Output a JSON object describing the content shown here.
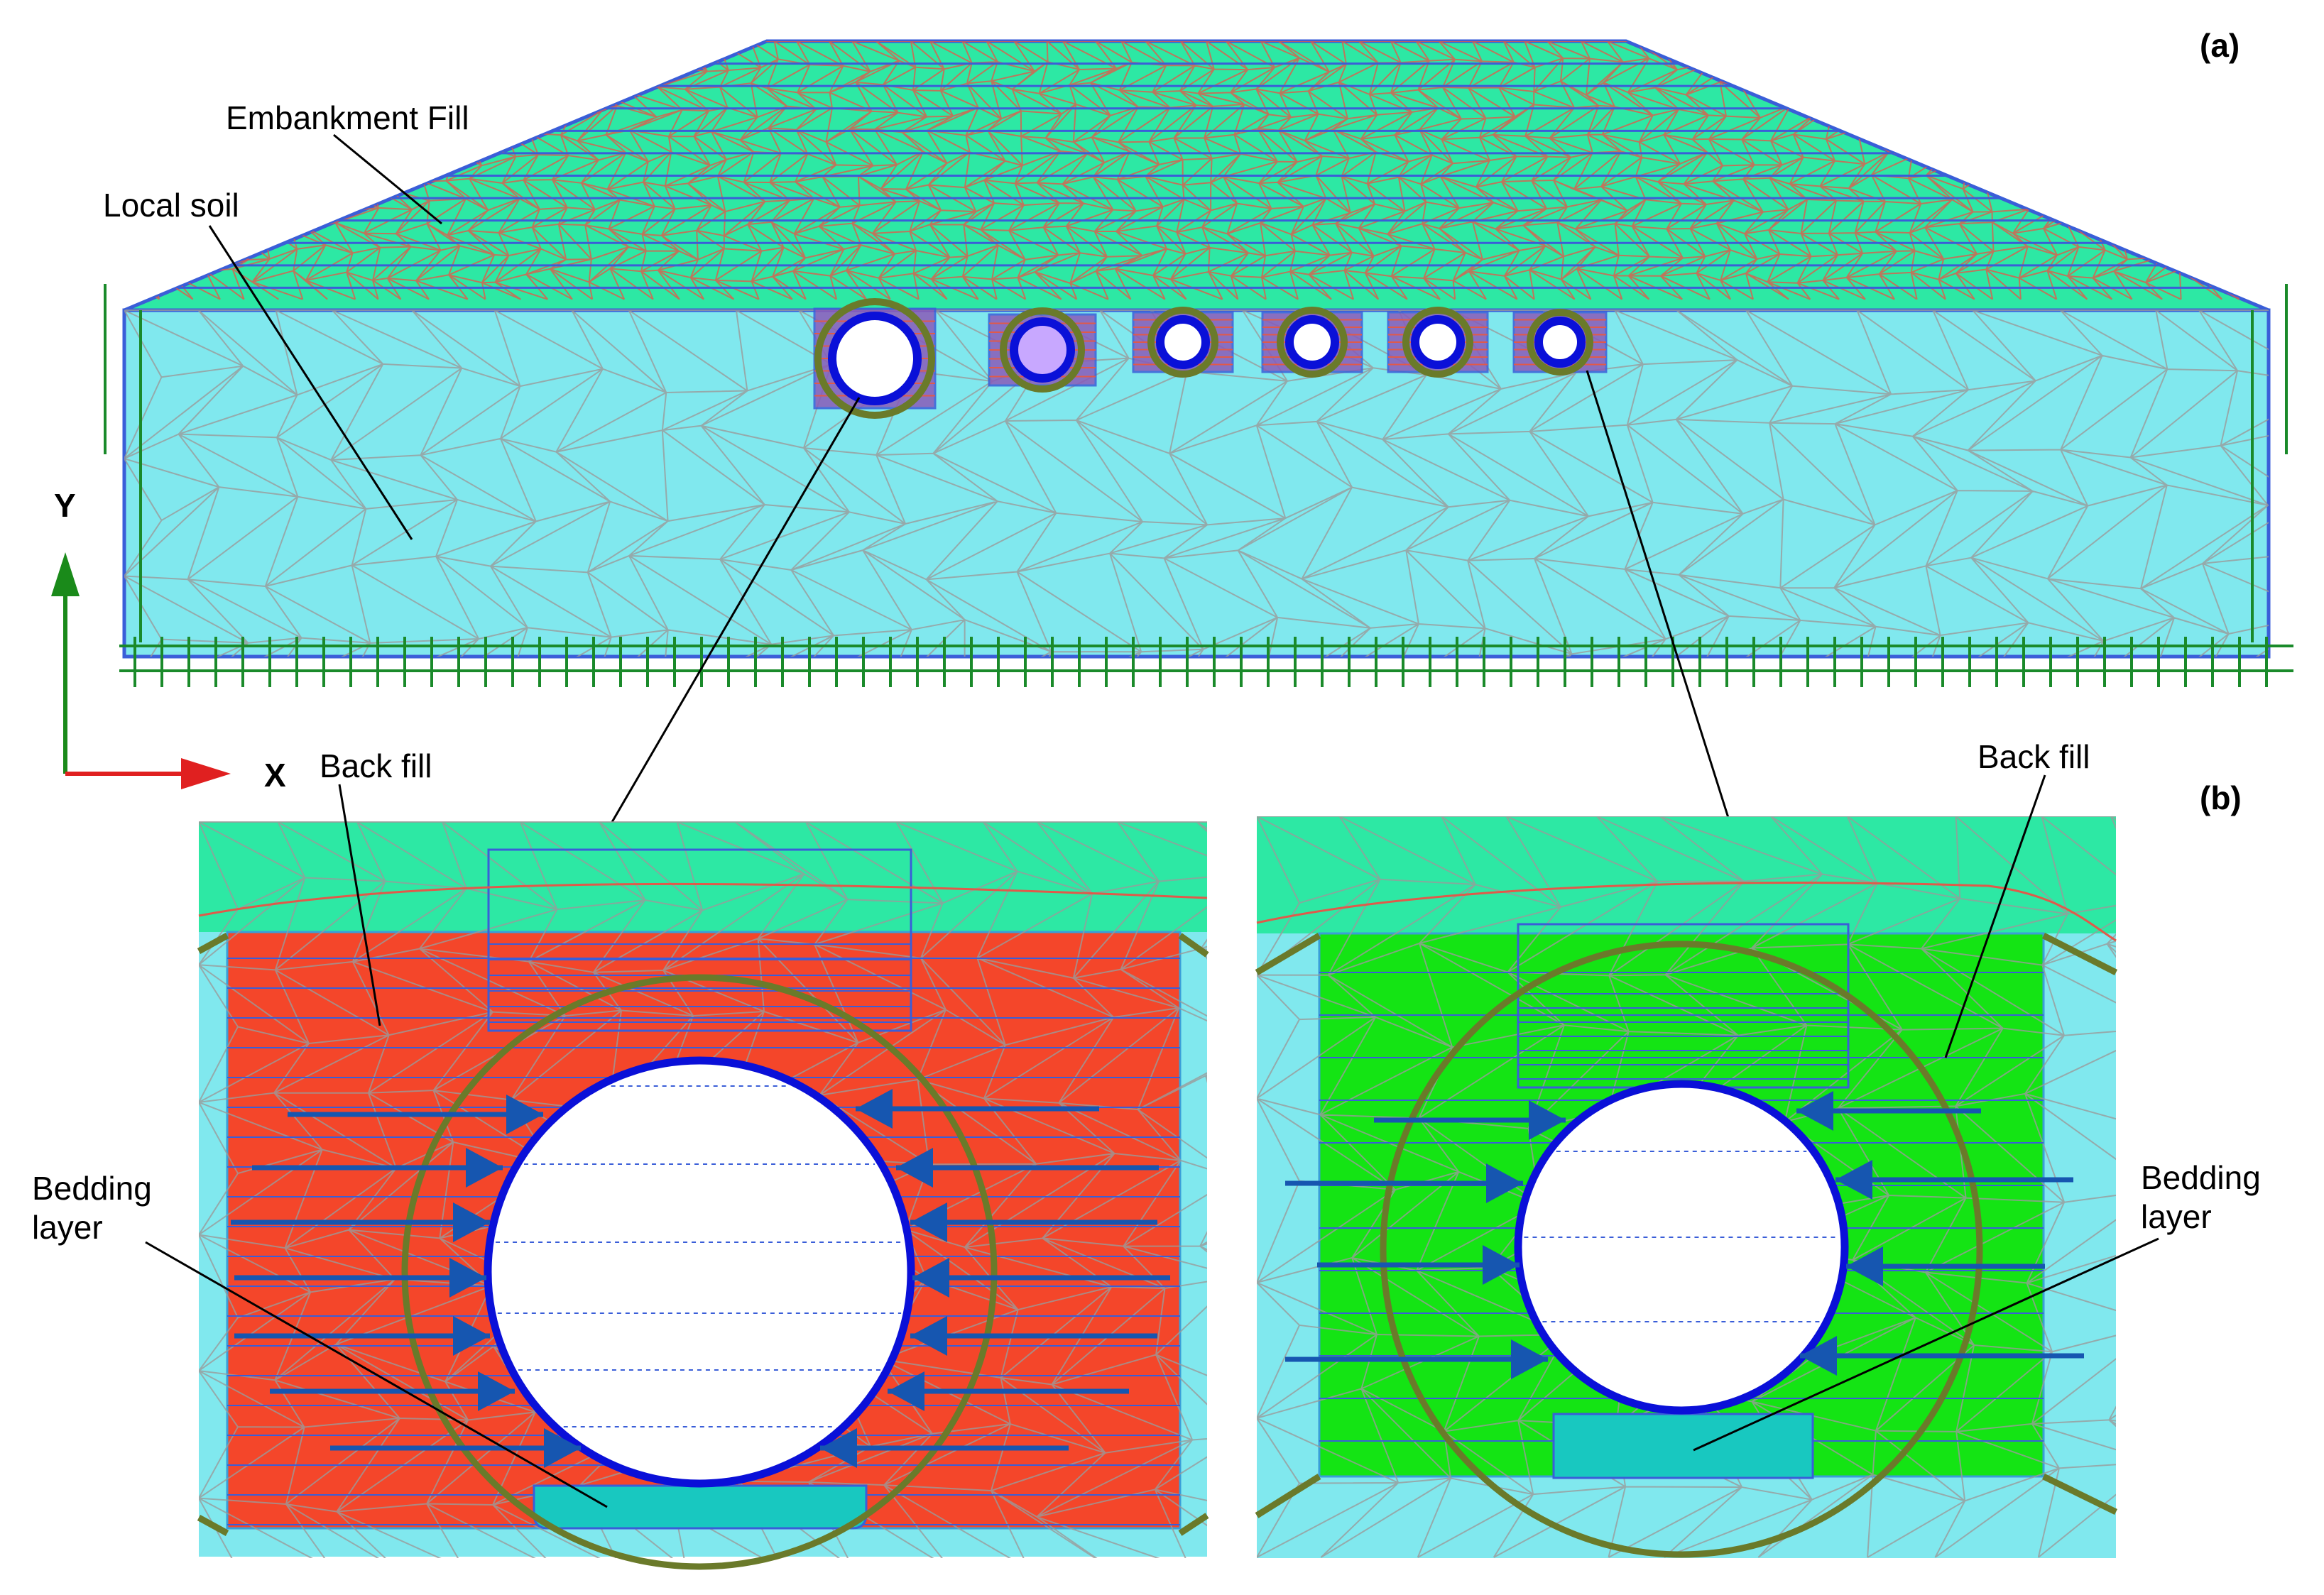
{
  "panel_labels": {
    "a": "(a)",
    "b": "(b)"
  },
  "labels": {
    "embankment_fill": "Embankment Fill",
    "local_soil": "Local soil",
    "back_fill_left": "Back fill",
    "back_fill_right": "Back fill",
    "bedding_left_line1": "Bedding",
    "bedding_left_line2": "layer",
    "bedding_right_line1": "Bedding",
    "bedding_right_line2": "layer"
  },
  "axes": {
    "y_label": "Y",
    "x_label": "X"
  },
  "colors": {
    "embankment": "#2de8a4",
    "local_soil": "#80e8ee",
    "mesh_line": "#9a9a9a",
    "mesh_red": "#e05a4a",
    "boundary": "#3a5ed8",
    "fixity": "#1a8a2a",
    "backfill_left": "#f4462a",
    "backfill_right": "#14e414",
    "bedding": "#18c8c0",
    "pipe_ring": "#0a10d8",
    "interface_ring": "#6a7a2a",
    "arrow": "#1656b0",
    "axis_y": "#1a8a1a",
    "axis_x": "#e02020"
  },
  "culverts": [
    {
      "name": "culvert-1",
      "fill": "#ffffff"
    },
    {
      "name": "culvert-2",
      "fill": "#c8a8ff"
    },
    {
      "name": "culvert-3",
      "fill": "#ffffff"
    },
    {
      "name": "culvert-4",
      "fill": "#ffffff"
    },
    {
      "name": "culvert-5",
      "fill": "#ffffff"
    },
    {
      "name": "culvert-6",
      "fill": "#ffffff"
    }
  ]
}
